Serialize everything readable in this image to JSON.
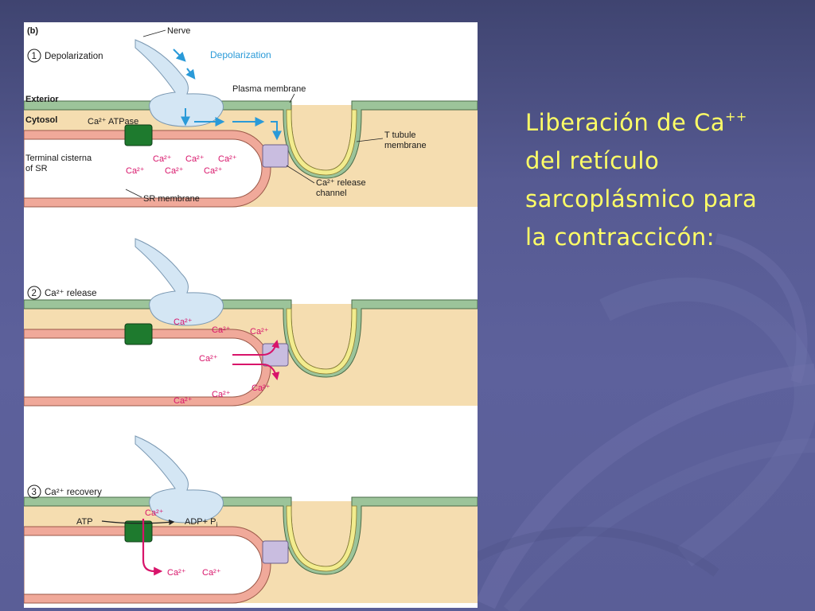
{
  "slide": {
    "caption_lines": [
      {
        "text": "Liberación de Ca",
        "sup": "++"
      },
      {
        "text": "del retículo",
        "sup": ""
      },
      {
        "text": "sarcoplásmico para",
        "sup": ""
      },
      {
        "text": "la contraccicón:",
        "sup": ""
      }
    ]
  },
  "figure": {
    "panel_letter": "(b)",
    "steps": [
      {
        "number": "1",
        "label": "Depolarization"
      },
      {
        "number": "2",
        "label": "Ca²⁺ release"
      },
      {
        "number": "3",
        "label": "Ca²⁺ recovery"
      }
    ],
    "labels": {
      "nerve": "Nerve",
      "depolarization_arrow": "Depolarization",
      "plasma_membrane": "Plasma membrane",
      "exterior": "Exterior",
      "cytosol": "Cytosol",
      "atpase": "Ca²⁺ ATPase",
      "terminal_cisterna_1": "Terminal cisterna",
      "terminal_cisterna_2": "of SR",
      "t_tubule_1": "T tubule",
      "t_tubule_2": "membrane",
      "release_channel_1": "Ca²⁺ release",
      "release_channel_2": "channel",
      "sr_membrane": "SR membrane",
      "atp": "ATP",
      "adp": "ADP+ P",
      "adp_sub": "i"
    },
    "ca_ion": "Ca²⁺",
    "colors": {
      "cytosol": "#f5ddb0",
      "membrane_green": "#9cc49a",
      "t_tubule_yellow": "#f2ec8e",
      "sr_membrane_pink": "#f0a99a",
      "atpase_green": "#1e7a2e",
      "release_channel": "#c9bde0",
      "nerve": "#d4e6f4",
      "arrow_blue": "#2a9ad8",
      "calcium_magenta": "#d8146a"
    }
  }
}
